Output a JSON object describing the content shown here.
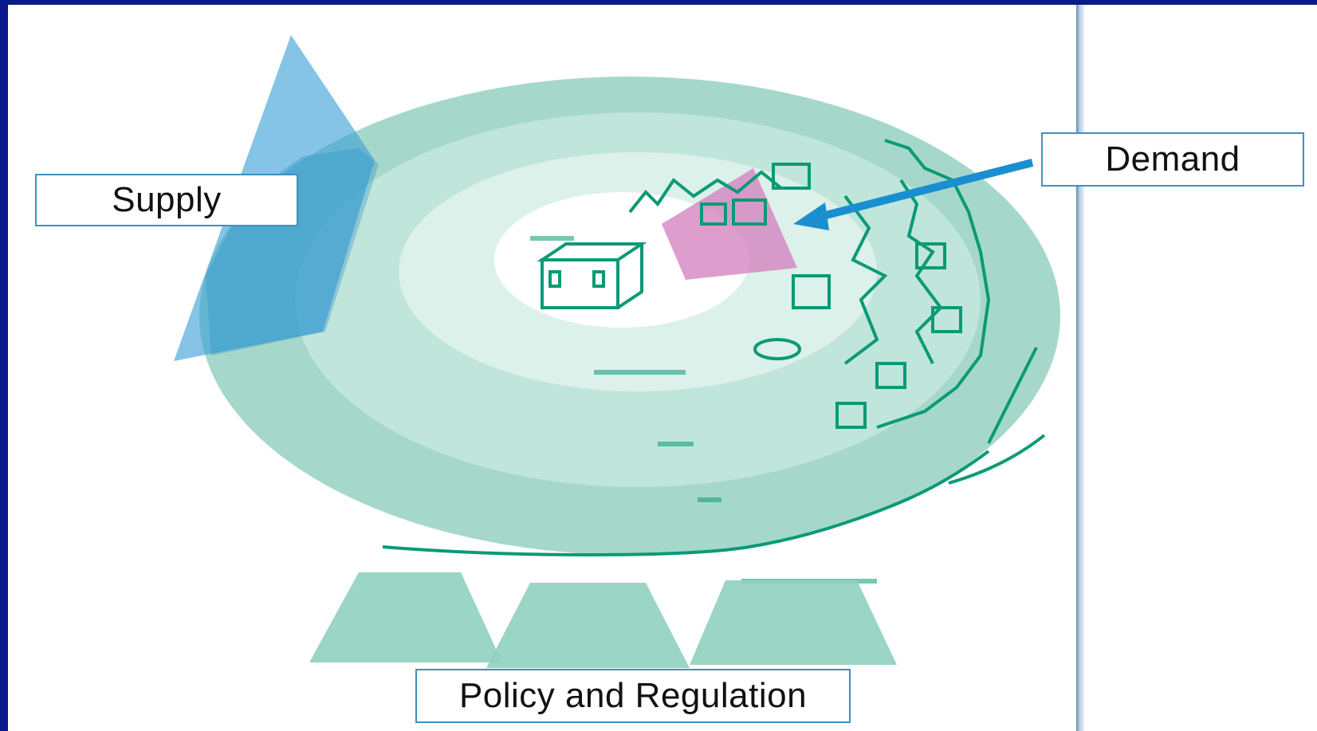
{
  "labels": {
    "supply": "Supply",
    "demand": "Demand",
    "policy": "Policy and Regulation"
  },
  "colors": {
    "background": "#0a1a8c",
    "canvas": "#ffffff",
    "ring_outer": "#a5d8cb",
    "ring_mid": "#c6e8df",
    "ring_inner": "#e2f4ef",
    "illustration": "#0a9a76",
    "supply_shape": "#3a9fd6",
    "demand_shape": "#d485c0",
    "arrow": "#1a8fd0",
    "policy_shapes": "#8fd0c0",
    "label_border": "#3e8fc0"
  }
}
